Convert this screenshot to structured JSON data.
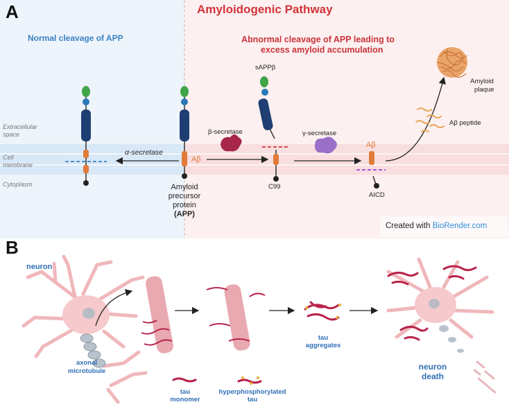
{
  "panel_a": {
    "letter": "A",
    "title": "Amyloidogenic Pathway",
    "normal_heading": "Normal cleavage of APP",
    "abnormal_heading_line1": "Abnormal cleavage of APP leading to",
    "abnormal_heading_line2": "excess amyloid accumulation",
    "zones": {
      "extracellular_1": "Extracellular",
      "extracellular_2": "space",
      "membrane_1": "Cell",
      "membrane_2": "membrane",
      "cytoplasm": "Cytoplasm"
    },
    "alpha_secretase": "α-secretase",
    "beta_secretase": "β-secretase",
    "gamma_secretase": "γ-secretase",
    "abeta_1": "Aβ",
    "abeta_2": "Aβ",
    "sappb": "sAPPβ",
    "c99": "C99",
    "aicd": "AICD",
    "app_line1": "Amyloid",
    "app_line2": "precursor",
    "app_line3": "protein",
    "app_line4": "(APP)",
    "abeta_peptide": "Aβ peptide",
    "plaque_line1": "Amyloid",
    "plaque_line2": "plaque",
    "credit_prefix": "Created with ",
    "credit_brand": "BioRender.com"
  },
  "panel_b": {
    "letter": "B",
    "neuron": "neuron",
    "axonal_1": "axonal",
    "axonal_2": "microtubule",
    "tau_mono_1": "tau",
    "tau_mono_2": "monomer",
    "hyper_1": "hyperphosphorylated",
    "hyper_2": "tau",
    "agg_1": "tau",
    "agg_2": "aggregates",
    "death_1": "neuron",
    "death_2": "death"
  },
  "colors": {
    "title_red": "#d2333a",
    "heading_blue": "#3b82c4",
    "label_blue": "#2f6fb6",
    "membrane_blue": "#d8e8f6",
    "membrane_pink": "#f8dede",
    "neuron_pink": "#f6c9cc",
    "tau_red": "#b8234a"
  }
}
